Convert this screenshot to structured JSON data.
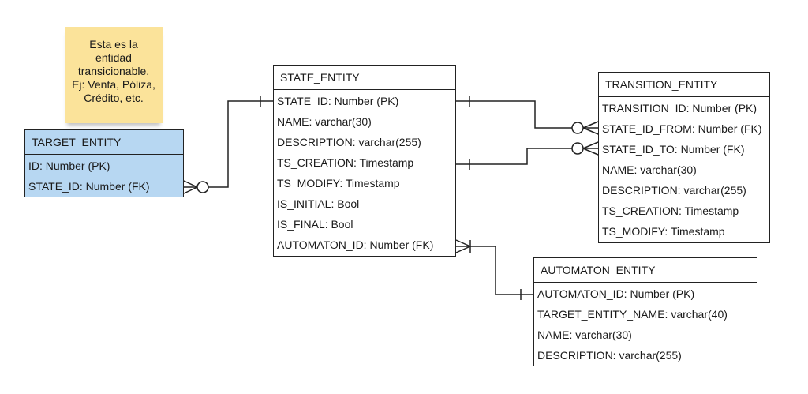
{
  "note": {
    "lines": [
      "Esta es la",
      "entidad",
      "transicionable.",
      "Ej: Venta, Póliza,",
      "Crédito, etc."
    ]
  },
  "entities": {
    "target": {
      "name": "TARGET_ENTITY",
      "fields": [
        "ID: Number (PK)",
        "STATE_ID: Number (FK)"
      ]
    },
    "state": {
      "name": "STATE_ENTITY",
      "fields": [
        "STATE_ID: Number (PK)",
        "NAME: varchar(30)",
        "DESCRIPTION: varchar(255)",
        "TS_CREATION: Timestamp",
        "TS_MODIFY: Timestamp",
        "IS_INITIAL: Bool",
        "IS_FINAL: Bool",
        "AUTOMATON_ID: Number (FK)"
      ]
    },
    "transition": {
      "name": "TRANSITION_ENTITY",
      "fields": [
        "TRANSITION_ID: Number (PK)",
        "STATE_ID_FROM: Number (FK)",
        "STATE_ID_TO: Number (FK)",
        "NAME: varchar(30)",
        "DESCRIPTION: varchar(255)",
        "TS_CREATION: Timestamp",
        "TS_MODIFY: Timestamp"
      ]
    },
    "automaton": {
      "name": "AUTOMATON_ENTITY",
      "fields": [
        "AUTOMATON_ID: Number (PK)",
        "TARGET_ENTITY_NAME: varchar(40)",
        "NAME: varchar(30)",
        "DESCRIPTION: varchar(255)"
      ]
    }
  },
  "colors": {
    "target_fill": "#b7d7f2",
    "note_fill": "#fbe39a",
    "line": "#222222"
  }
}
